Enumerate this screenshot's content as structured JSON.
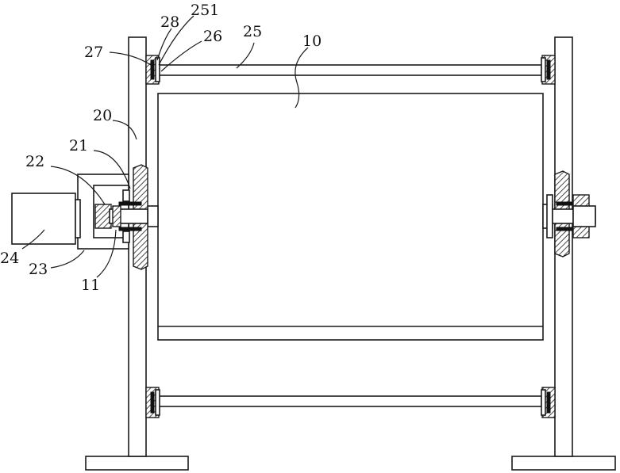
{
  "labels": {
    "l10": "10",
    "l11": "11",
    "l20": "20",
    "l21": "21",
    "l22": "22",
    "l23": "23",
    "l24": "24",
    "l25": "25",
    "l26": "26",
    "l27": "27",
    "l28": "28",
    "l251": "251"
  },
  "colors": {
    "line": "#1a1a1a",
    "background": "#ffffff"
  }
}
